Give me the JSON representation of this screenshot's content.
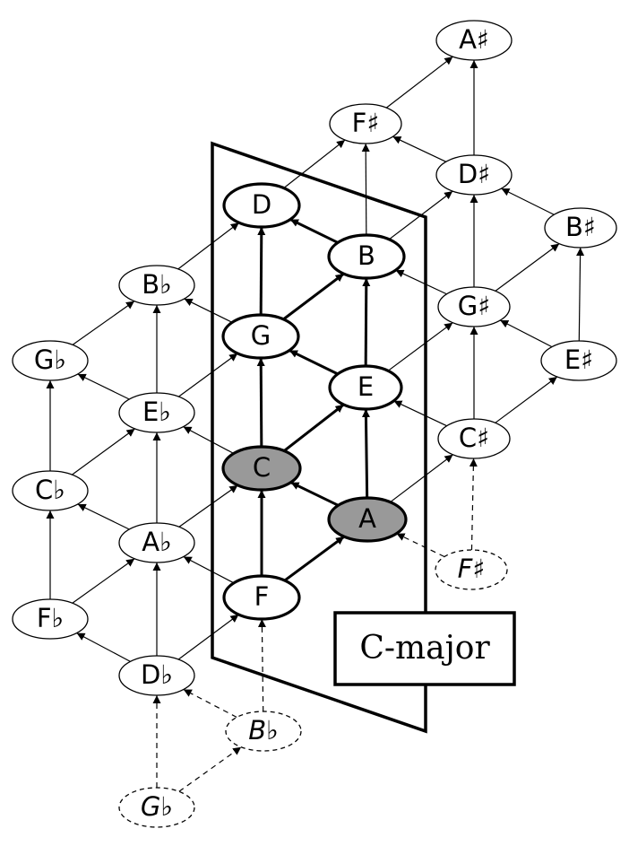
{
  "nodes": [
    {
      "id": "Ash",
      "label": "A♯"
    },
    {
      "id": "Fsh",
      "label": "F♯"
    },
    {
      "id": "Dsh",
      "label": "D♯"
    },
    {
      "id": "D",
      "label": "D"
    },
    {
      "id": "Bsh",
      "label": "B♯"
    },
    {
      "id": "B",
      "label": "B"
    },
    {
      "id": "Bb",
      "label": "B♭"
    },
    {
      "id": "Gsh",
      "label": "G♯"
    },
    {
      "id": "G",
      "label": "G"
    },
    {
      "id": "Gb",
      "label": "G♭"
    },
    {
      "id": "Esh",
      "label": "E♯"
    },
    {
      "id": "E",
      "label": "E"
    },
    {
      "id": "Eb",
      "label": "E♭"
    },
    {
      "id": "Csh",
      "label": "C♯"
    },
    {
      "id": "C",
      "label": "C",
      "highlight": true
    },
    {
      "id": "Cb",
      "label": "C♭"
    },
    {
      "id": "A",
      "label": "A",
      "highlight": true
    },
    {
      "id": "Ab",
      "label": "A♭"
    },
    {
      "id": "F",
      "label": "F"
    },
    {
      "id": "Fb",
      "label": "F♭"
    },
    {
      "id": "Db",
      "label": "D♭"
    },
    {
      "id": "Fsh2",
      "label": "F♯",
      "ghost": true
    },
    {
      "id": "Bb2",
      "label": "B♭",
      "ghost": true
    },
    {
      "id": "Gb2",
      "label": "G♭",
      "ghost": true
    }
  ],
  "box": {
    "label": "C-major"
  },
  "colors": {
    "highlight": "#999999",
    "stroke": "#000000",
    "background": "#ffffff"
  }
}
